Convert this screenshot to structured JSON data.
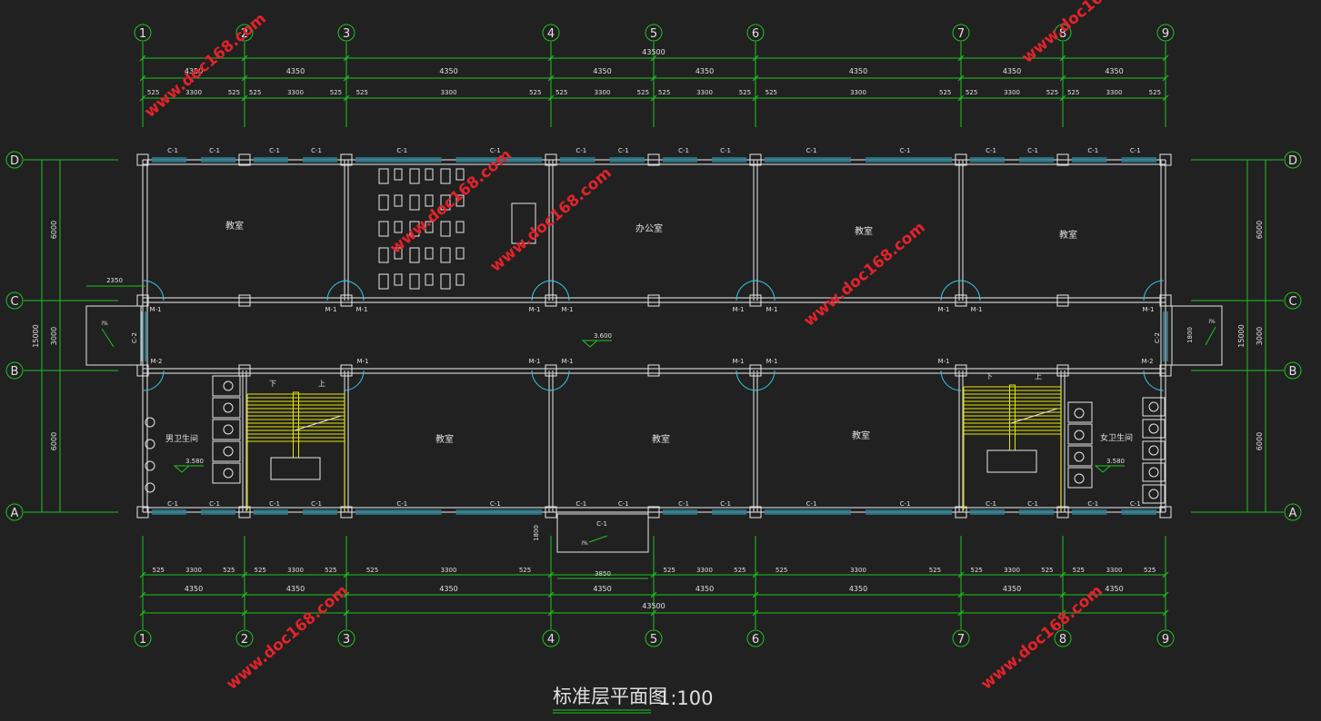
{
  "title": {
    "name": "标准层平面图",
    "scale": "1:100"
  },
  "axes": {
    "columns": [
      "1",
      "2",
      "3",
      "4",
      "5",
      "6",
      "7",
      "8",
      "9"
    ],
    "rows": [
      "D",
      "C",
      "B",
      "A"
    ]
  },
  "dimensions": {
    "total": "43500",
    "bay": "4350",
    "window": "3300",
    "pier": "525",
    "left_depth": [
      "6000",
      "3000",
      "6000"
    ],
    "left_total": "15000",
    "right_depth": [
      "6000",
      "3000",
      "6000"
    ],
    "right_total": "15000",
    "corridor_ext": "2350",
    "entrance_width": "3850",
    "entrance_depth": "1800",
    "stair_platform": "1800"
  },
  "rooms": {
    "classroom": "教室",
    "office": "办公室",
    "male_wc": "男卫生间",
    "female_wc": "女卫生间"
  },
  "elevations": {
    "corridor": "3.600",
    "wc": "3.580"
  },
  "labels": {
    "window": "C-1",
    "window2": "C-2",
    "door": "M-1",
    "door2": "M-2",
    "up": "上",
    "down": "下",
    "slope": "i%"
  },
  "watermark": "www.doc168.com",
  "colors": {
    "background": "#212121",
    "axis": "#1fc41f",
    "window": "#35b8d8",
    "stair": "#e6e600",
    "watermark": "#e2232b"
  }
}
